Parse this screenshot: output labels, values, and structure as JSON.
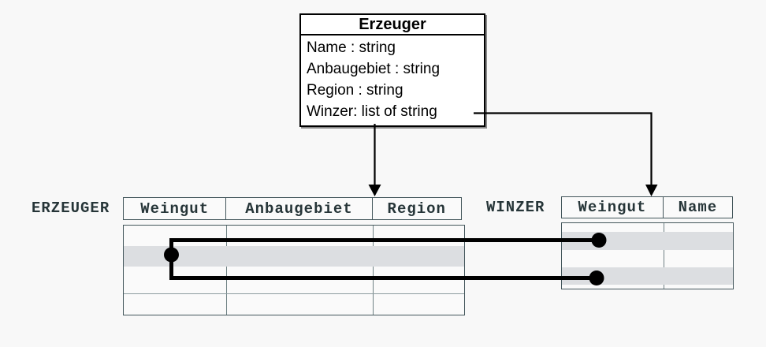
{
  "diagram": {
    "class_box": {
      "title": "Erzeuger",
      "attributes": [
        "Name : string",
        "Anbaugebiet : string",
        "Region : string",
        "Winzer: list of string"
      ]
    },
    "tables": {
      "erzeuger": {
        "label": "ERZEUGER",
        "columns": [
          "Weingut",
          "Anbaugebiet",
          "Region"
        ],
        "rows": 4,
        "highlighted_rows": [
          2
        ],
        "cells_empty": true
      },
      "winzer": {
        "label": "WINZER",
        "columns": [
          "Weingut",
          "Name"
        ],
        "rows": 4,
        "highlighted_rows": [
          2,
          4
        ],
        "cells_empty": true
      }
    },
    "connectors": {
      "arrow_from_class_to_erzeuger": "down-arrow",
      "arrow_from_winzer_attribute_to_winzer_table": "elbow-down-arrow",
      "row_link": "one Erzeuger row linked to two Winzer rows (dots)"
    }
  },
  "colors": {
    "background": "#f8f8f8",
    "class_box_fill": "#ffffff",
    "class_box_border": "#000000",
    "table_border": "#43565b",
    "grid_line": "#6f8184",
    "header_text": "#263538",
    "row_highlight": "#dcdee1",
    "connector": "#000000"
  }
}
